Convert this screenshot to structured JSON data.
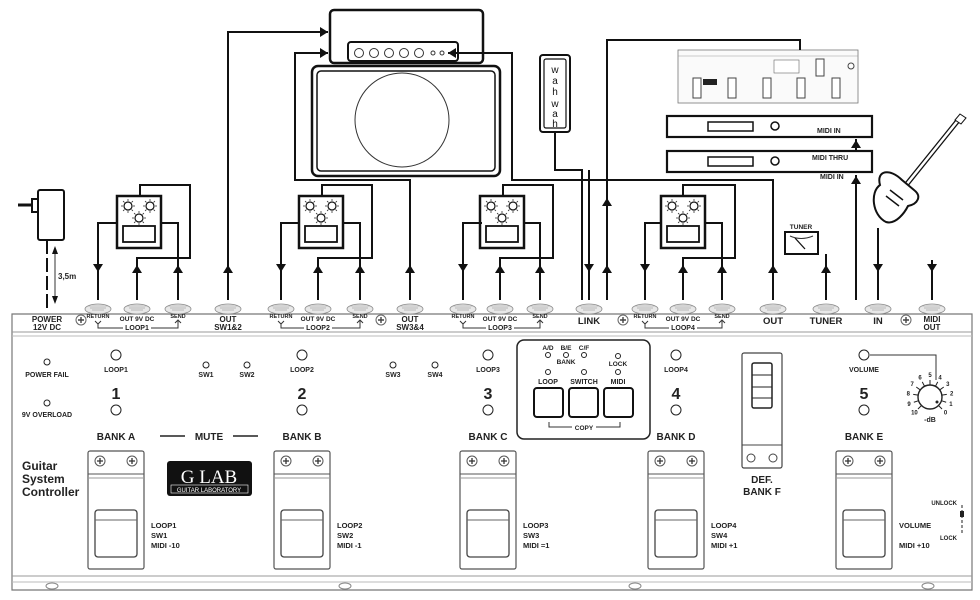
{
  "title": "Guitar System Controller wiring diagram",
  "brand": {
    "logo": "G LAB",
    "logo_sub": "GUITAR LABORATORY"
  },
  "device_name": [
    "Guitar",
    "System",
    "Controller"
  ],
  "power": {
    "cable_length": "3,5m"
  },
  "jacks": [
    {
      "label": "POWER",
      "label2": "12V DC"
    },
    {
      "label": "RETURN"
    },
    {
      "label": "OUT 9V DC"
    },
    {
      "label": "SEND"
    },
    {
      "label": "OUT",
      "label2": "SW1&2"
    },
    {
      "label": "RETURN"
    },
    {
      "label": "OUT 9V DC"
    },
    {
      "label": "SEND"
    },
    {
      "label": "OUT",
      "label2": "SW3&4"
    },
    {
      "label": "RETURN"
    },
    {
      "label": "OUT 9V DC"
    },
    {
      "label": "SEND"
    },
    {
      "label": "LINK"
    },
    {
      "label": "RETURN"
    },
    {
      "label": "OUT 9V DC"
    },
    {
      "label": "SEND"
    },
    {
      "label": "OUT"
    },
    {
      "label": "TUNER"
    },
    {
      "label": "IN"
    },
    {
      "label": "MIDI",
      "label2": "OUT"
    }
  ],
  "loops": [
    "LOOP1",
    "LOOP2",
    "LOOP3",
    "LOOP4"
  ],
  "indicators": {
    "power_fail": "POWER FAIL",
    "overload": "9V OVERLOAD",
    "sw": [
      "SW1",
      "SW2",
      "SW3",
      "SW4"
    ],
    "loop": [
      "LOOP1",
      "LOOP2",
      "LOOP3",
      "LOOP4"
    ],
    "volume": "VOLUME"
  },
  "footswitches": [
    {
      "number": "1",
      "bank": "BANK A",
      "info": [
        "LOOP1",
        "SW1",
        "MIDI  -10"
      ]
    },
    {
      "number": "2",
      "bank": "BANK B",
      "info": [
        "LOOP2",
        "SW2",
        "MIDI  -1"
      ]
    },
    {
      "number": "3",
      "bank": "BANK C",
      "info": [
        "LOOP3",
        "SW3",
        "MIDI  =1"
      ]
    },
    {
      "number": "4",
      "bank": "BANK D",
      "info": [
        "LOOP4",
        "SW4",
        "MIDI  +1"
      ]
    },
    {
      "number": "5",
      "bank": "BANK E",
      "info": [
        "VOLUME",
        "",
        "MIDI  +10"
      ]
    }
  ],
  "mute_label": "MUTE",
  "mode_panel": {
    "bank_leds": [
      "A/D",
      "B/E",
      "C/F"
    ],
    "bank_label": "BANK",
    "lock": "LOCK",
    "buttons": [
      "LOOP",
      "SWITCH",
      "MIDI"
    ],
    "copy": "COPY"
  },
  "def_bank": [
    "DEF.",
    "BANK F"
  ],
  "volume_knob": {
    "ticks": [
      "10",
      "9",
      "8",
      "7",
      "6",
      "5",
      "4",
      "3",
      "2",
      "1",
      "0"
    ],
    "unit": "-dB"
  },
  "lock_switch": {
    "top": "UNLOCK",
    "bottom": "LOCK"
  },
  "wah": "wah wah",
  "tuner_label": "TUNER",
  "rack": [
    {
      "label": "MIDI IN"
    },
    {
      "label": "MIDI THRU",
      "label2": "MIDI IN"
    }
  ]
}
